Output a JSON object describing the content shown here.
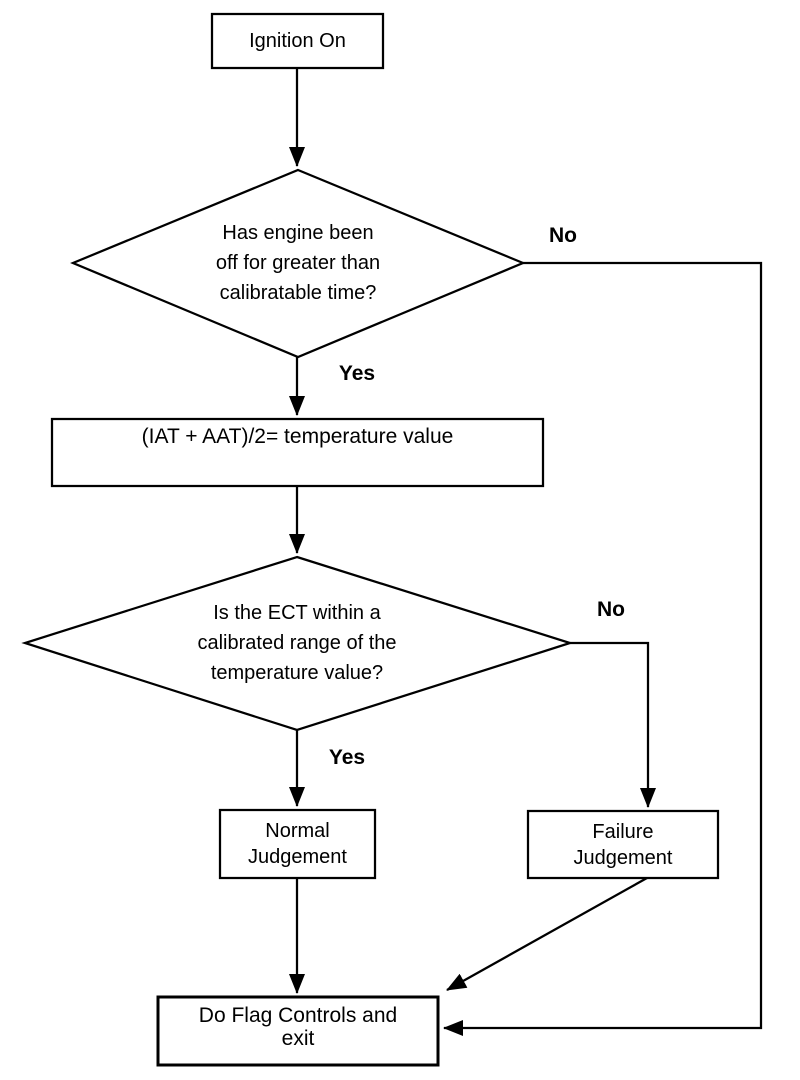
{
  "diagram": {
    "type": "flowchart",
    "background_color": "#ffffff",
    "line_color": "#000000",
    "text_color": "#000000",
    "nodes": {
      "ignition": {
        "shape": "rectangle",
        "label": "Ignition On"
      },
      "engine_off_decision": {
        "shape": "diamond",
        "label": "Has engine been\noff for greater than\ncalibratable time?"
      },
      "temperature_formula": {
        "shape": "rectangle",
        "label": "(IAT + AAT)/2= temperature value"
      },
      "ect_range_decision": {
        "shape": "diamond",
        "label": "Is the ECT within a\ncalibrated range of the\ntemperature value?"
      },
      "normal_judgement": {
        "shape": "rectangle",
        "label": "Normal\nJudgement"
      },
      "failure_judgement": {
        "shape": "rectangle",
        "label": "Failure\nJudgement"
      },
      "flag_controls": {
        "shape": "rectangle",
        "label": "Do Flag Controls and\nexit"
      }
    },
    "edge_labels": {
      "engine_off_no": "No",
      "engine_off_yes": "Yes",
      "ect_range_no": "No",
      "ect_range_yes": "Yes"
    },
    "edges": [
      {
        "from": "ignition",
        "to": "engine_off_decision",
        "label": ""
      },
      {
        "from": "engine_off_decision",
        "to": "temperature_formula",
        "label": "Yes"
      },
      {
        "from": "engine_off_decision",
        "to": "flag_controls",
        "label": "No"
      },
      {
        "from": "temperature_formula",
        "to": "ect_range_decision",
        "label": ""
      },
      {
        "from": "ect_range_decision",
        "to": "normal_judgement",
        "label": "Yes"
      },
      {
        "from": "ect_range_decision",
        "to": "failure_judgement",
        "label": "No"
      },
      {
        "from": "normal_judgement",
        "to": "flag_controls",
        "label": ""
      },
      {
        "from": "failure_judgement",
        "to": "flag_controls",
        "label": ""
      }
    ]
  }
}
